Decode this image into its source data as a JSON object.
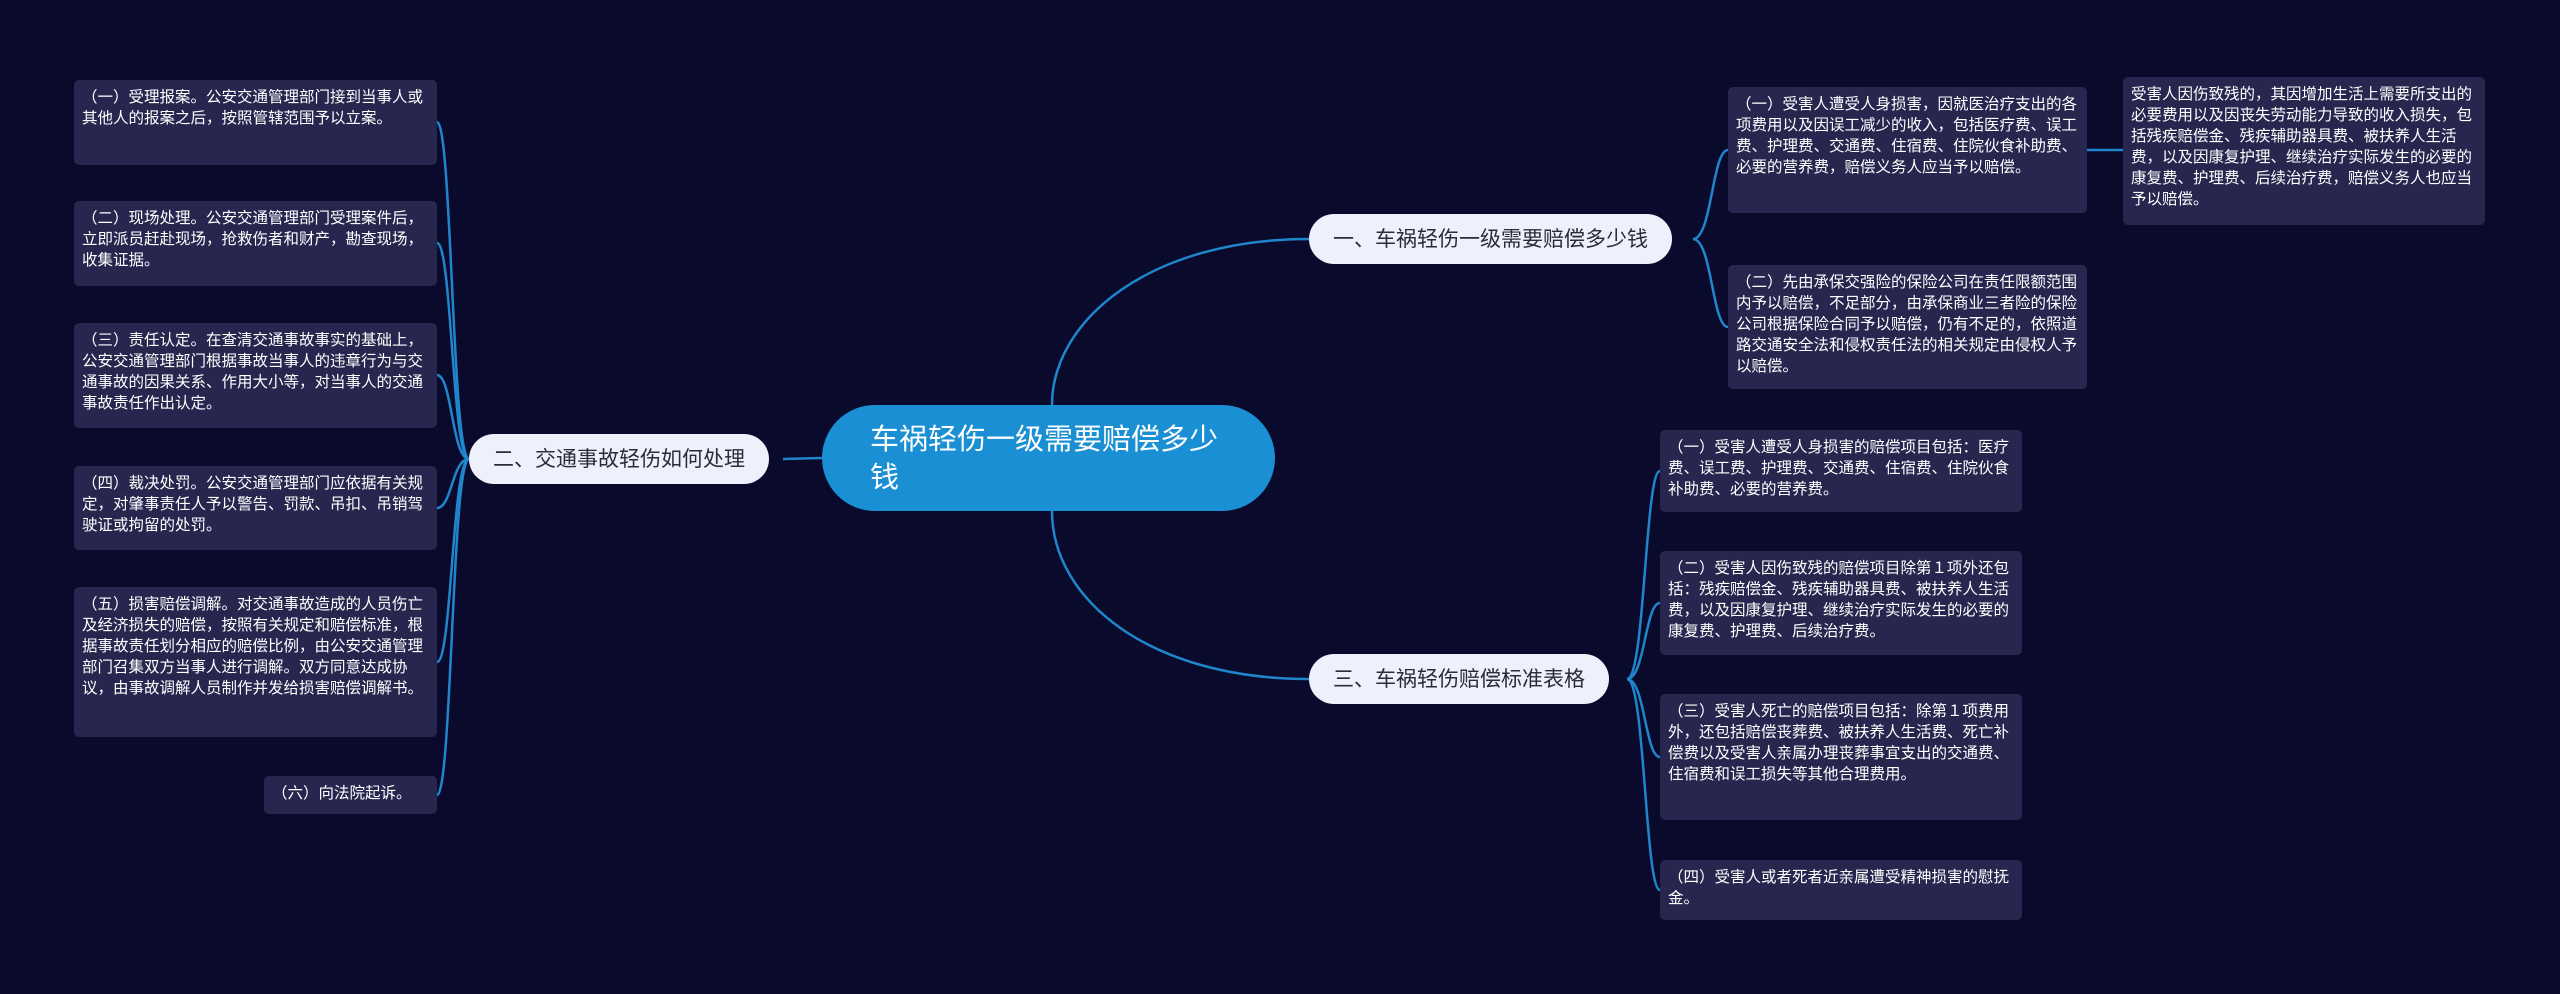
{
  "root": {
    "label": "车祸轻伤一级需要赔偿多少钱"
  },
  "branches": [
    {
      "label": "一、车祸轻伤一级需要赔偿多少钱",
      "leaves": [
        {
          "text": "（一）受害人遭受人身损害，因就医治疗支出的各项费用以及因误工减少的收入，包括医疗费、误工费、护理费、交通费、住宿费、住院伙食补助费、必要的营养费，赔偿义务人应当予以赔偿。"
        },
        {
          "text": "（二）先由承保交强险的保险公司在责任限额范围内予以赔偿，不足部分，由承保商业三者险的保险公司根据保险合同予以赔偿，仍有不足的，依照道路交通安全法和侵权责任法的相关规定由侵权人予以赔偿。"
        }
      ],
      "sub_leaf": {
        "text": "受害人因伤致残的，其因增加生活上需要所支出的必要费用以及因丧失劳动能力导致的收入损失，包括残疾赔偿金、残疾辅助器具费、被扶养人生活费，以及因康复护理、继续治疗实际发生的必要的康复费、护理费、后续治疗费，赔偿义务人也应当予以赔偿。"
      }
    },
    {
      "label": "二、交通事故轻伤如何处理",
      "leaves": [
        {
          "text": "（一）受理报案。公安交通管理部门接到当事人或其他人的报案之后，按照管辖范围予以立案。"
        },
        {
          "text": "（二）现场处理。公安交通管理部门受理案件后，立即派员赶赴现场，抢救伤者和财产，勘查现场，收集证据。"
        },
        {
          "text": "（三）责任认定。在查清交通事故事实的基础上，公安交通管理部门根据事故当事人的违章行为与交通事故的因果关系、作用大小等，对当事人的交通事故责任作出认定。"
        },
        {
          "text": "（四）裁决处罚。公安交通管理部门应依据有关规定，对肇事责任人予以警告、罚款、吊扣、吊销驾驶证或拘留的处罚。"
        },
        {
          "text": "（五）损害赔偿调解。对交通事故造成的人员伤亡及经济损失的赔偿，按照有关规定和赔偿标准，根据事故责任划分相应的赔偿比例，由公安交通管理部门召集双方当事人进行调解。双方同意达成协议，由事故调解人员制作并发给损害赔偿调解书。"
        },
        {
          "text": "（六）向法院起诉。"
        }
      ]
    },
    {
      "label": "三、车祸轻伤赔偿标准表格",
      "leaves": [
        {
          "text": "（一）受害人遭受人身损害的赔偿项目包括：医疗费、误工费、护理费、交通费、住宿费、住院伙食补助费、必要的营养费。"
        },
        {
          "text": "（二）受害人因伤致残的赔偿项目除第１项外还包括：残疾赔偿金、残疾辅助器具费、被扶养人生活费，以及因康复护理、继续治疗实际发生的必要的康复费、护理费、后续治疗费。"
        },
        {
          "text": "（三）受害人死亡的赔偿项目包括：除第１项费用外，还包括赔偿丧葬费、被扶养人生活费、死亡补偿费以及受害人亲属办理丧葬事宜支出的交通费、住宿费和误工损失等其他合理费用。"
        },
        {
          "text": "（四）受害人或者死者近亲属遭受精神损害的慰抚金。"
        }
      ]
    }
  ],
  "colors": {
    "background": "#0a0a2c",
    "root": "#1a8fd3",
    "branch": "#eef0fb",
    "leaf": "#27264e",
    "link": "#1f86cc"
  }
}
